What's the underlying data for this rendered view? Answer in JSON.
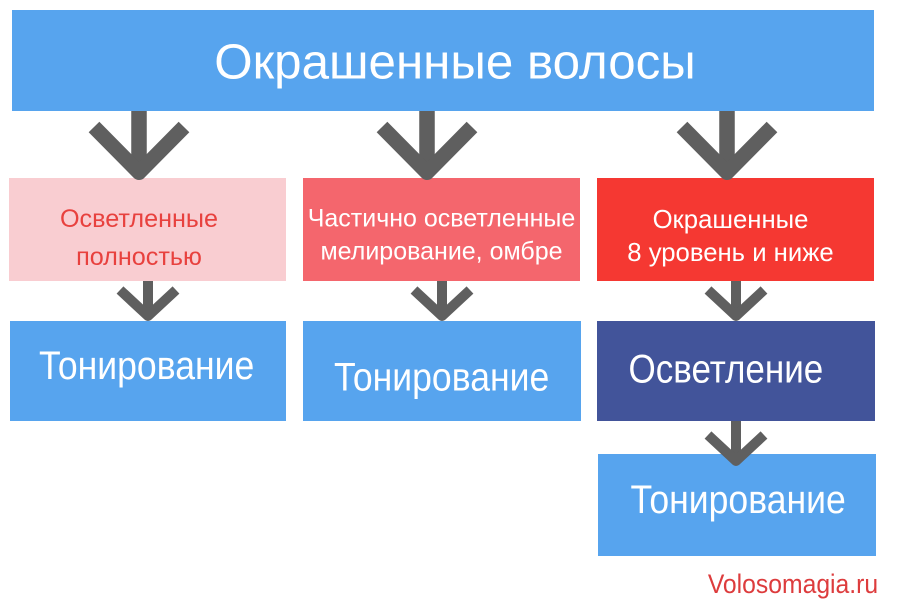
{
  "title": {
    "text": "Окрашенные волосы"
  },
  "row1": {
    "lightened": {
      "line1": "Осветленные",
      "line2": "полностью"
    },
    "partial": {
      "line1": "Частично осветленные",
      "line2": "мелирование, омбре"
    },
    "colored": {
      "line1": "Окрашенные",
      "line2": "8 уровень и ниже"
    }
  },
  "row2": {
    "toning1": {
      "text": "Тонирование"
    },
    "toning2": {
      "text": "Тонирование"
    },
    "lightening": {
      "text": "Осветление"
    }
  },
  "row3": {
    "toning3": {
      "text": "Тонирование"
    }
  },
  "credit": {
    "text": "Volosomagia.ru"
  },
  "colors": {
    "blue": "#57a4ee",
    "pink": "#f9cdd1",
    "salmon": "#f4666d",
    "red": "#f53832",
    "navy": "#42549a",
    "arrow": "#5f5f5f",
    "textred": "#e8413e",
    "credit": "#dd3c3d",
    "white": "#ffffff"
  }
}
